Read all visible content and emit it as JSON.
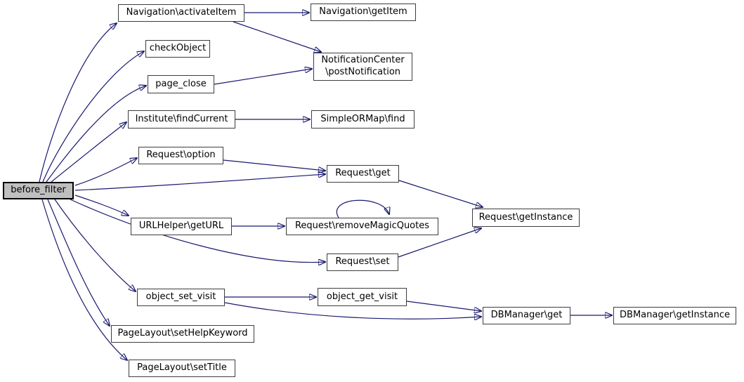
{
  "diagram": {
    "type": "call-graph",
    "colors": {
      "background": "#ffffff",
      "edge": "#191970",
      "node_border": "#3d3d3d",
      "node_fill": "#ffffff",
      "highlight_node_fill": "#bfbfbf",
      "text": "#000000"
    },
    "nodes": {
      "before_filter": {
        "label": "before_filter"
      },
      "navigation_activateitem": {
        "label": "Navigation\\activateItem"
      },
      "navigation_getitem": {
        "label": "Navigation\\getItem"
      },
      "checkobject": {
        "label": "checkObject"
      },
      "page_close": {
        "label": "page_close"
      },
      "notificationcenter_postnotification": {
        "line1": "NotificationCenter",
        "line2": "\\postNotification"
      },
      "institute_findcurrent": {
        "label": "Institute\\findCurrent"
      },
      "simpleormap_find": {
        "label": "SimpleORMap\\find"
      },
      "request_option": {
        "label": "Request\\option"
      },
      "request_get": {
        "label": "Request\\get"
      },
      "urlhelper_geturl": {
        "label": "URLHelper\\getURL"
      },
      "request_removemagicquotes": {
        "label": "Request\\removeMagicQuotes"
      },
      "request_getinstance": {
        "label": "Request\\getInstance"
      },
      "request_set": {
        "label": "Request\\set"
      },
      "object_set_visit": {
        "label": "object_set_visit"
      },
      "object_get_visit": {
        "label": "object_get_visit"
      },
      "dbmanager_get": {
        "label": "DBManager\\get"
      },
      "dbmanager_getinstance": {
        "label": "DBManager\\getInstance"
      },
      "pagelayout_sethelpkeyword": {
        "label": "PageLayout\\setHelpKeyword"
      },
      "pagelayout_settitle": {
        "label": "PageLayout\\setTitle"
      }
    },
    "edges": [
      {
        "from": "before_filter",
        "to": "navigation_activateitem"
      },
      {
        "from": "before_filter",
        "to": "checkobject"
      },
      {
        "from": "before_filter",
        "to": "page_close"
      },
      {
        "from": "before_filter",
        "to": "institute_findcurrent"
      },
      {
        "from": "before_filter",
        "to": "request_option"
      },
      {
        "from": "before_filter",
        "to": "request_get"
      },
      {
        "from": "before_filter",
        "to": "urlhelper_geturl"
      },
      {
        "from": "before_filter",
        "to": "request_set"
      },
      {
        "from": "before_filter",
        "to": "object_set_visit"
      },
      {
        "from": "before_filter",
        "to": "pagelayout_sethelpkeyword"
      },
      {
        "from": "before_filter",
        "to": "pagelayout_settitle"
      },
      {
        "from": "navigation_activateitem",
        "to": "navigation_getitem"
      },
      {
        "from": "navigation_activateitem",
        "to": "notificationcenter_postnotification"
      },
      {
        "from": "page_close",
        "to": "notificationcenter_postnotification"
      },
      {
        "from": "institute_findcurrent",
        "to": "simpleormap_find"
      },
      {
        "from": "request_option",
        "to": "request_get"
      },
      {
        "from": "request_get",
        "to": "request_getinstance"
      },
      {
        "from": "urlhelper_geturl",
        "to": "request_removemagicquotes"
      },
      {
        "from": "request_removemagicquotes",
        "to": "request_removemagicquotes"
      },
      {
        "from": "request_set",
        "to": "request_getinstance"
      },
      {
        "from": "object_set_visit",
        "to": "object_get_visit"
      },
      {
        "from": "object_set_visit",
        "to": "dbmanager_get"
      },
      {
        "from": "object_get_visit",
        "to": "dbmanager_get"
      },
      {
        "from": "dbmanager_get",
        "to": "dbmanager_getinstance"
      }
    ]
  }
}
